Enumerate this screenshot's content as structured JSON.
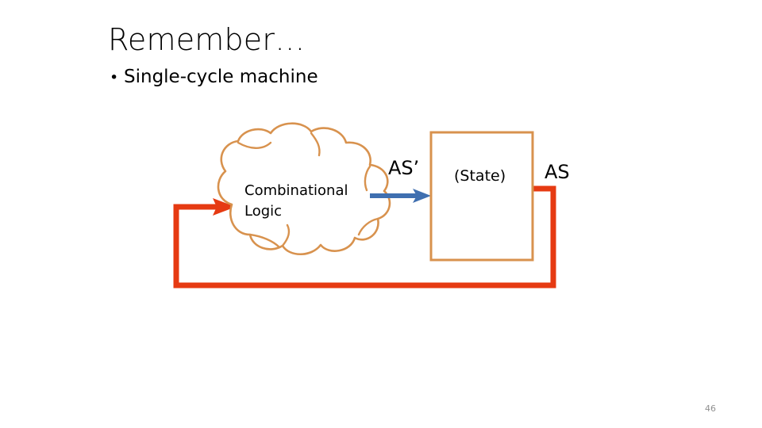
{
  "slide": {
    "title": "Remember…",
    "bullets": [
      {
        "marker": "•",
        "text": "Single-cycle machine"
      }
    ],
    "page_number": "46"
  },
  "diagram": {
    "type": "block-diagram",
    "description": "Single-cycle machine feedback loop: combinational logic cloud feeds a state register, whose output feeds back into the logic.",
    "nodes": [
      {
        "id": "combinational-logic",
        "shape": "cloud",
        "label": "Combinational Logic",
        "stroke": "#D8924E"
      },
      {
        "id": "state-register",
        "shape": "rectangle",
        "label": "(State)",
        "stroke": "#D8924E"
      }
    ],
    "edges": [
      {
        "id": "as-prime",
        "from": "combinational-logic",
        "to": "state-register",
        "label": "AS’",
        "color": "#3F6FB0"
      },
      {
        "id": "as-feedback",
        "from": "state-register",
        "to": "combinational-logic",
        "label": "AS",
        "color": "#E63A12"
      }
    ],
    "colors": {
      "cloud_stroke": "#D8924E",
      "box_stroke": "#D8924E",
      "forward_arrow": "#3F6FB0",
      "feedback_line": "#E63A12",
      "text": "#000000",
      "page_number": "#909090",
      "background": "#FFFFFF"
    }
  }
}
